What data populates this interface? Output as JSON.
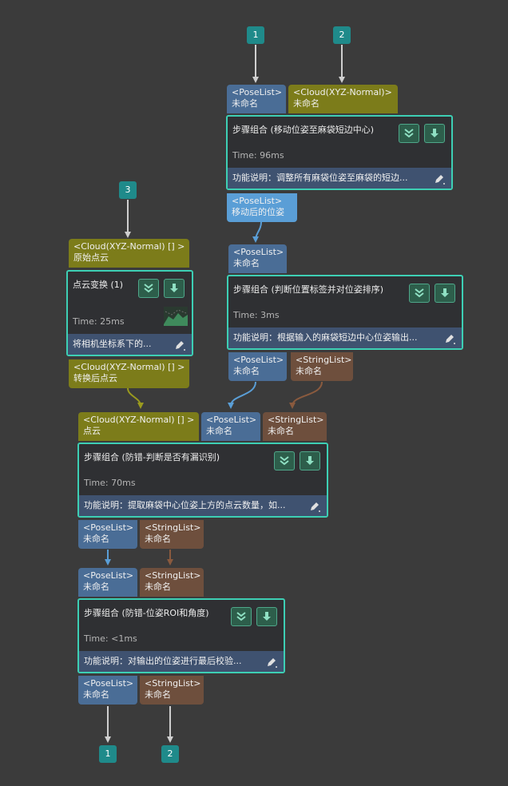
{
  "io": {
    "in1": "1",
    "in2": "2",
    "in3": "3",
    "out1": "1",
    "out2": "2"
  },
  "types": {
    "pose": "<PoseList>",
    "cloud_xyz": "<Cloud(XYZ-Normal)>",
    "cloud_xyz_arr": "<Cloud(XYZ-Normal) [] >",
    "str": "<StringList>"
  },
  "names": {
    "unnamed": "未命名",
    "moved_pose": "移动后的位姿",
    "raw_cloud": "原始点云",
    "transformed_cloud": "转换后点云",
    "cloud": "点云"
  },
  "steps": [
    {
      "title": "步骤组合 (移动位姿至麻袋短边中心)",
      "time": "Time: 96ms",
      "desc": "功能说明：调整所有麻袋位姿至麻袋的短边..."
    },
    {
      "title": "点云变换 (1)",
      "time": "Time: 25ms",
      "desc": "将相机坐标系下的..."
    },
    {
      "title": "步骤组合 (判断位置标签并对位姿排序)",
      "time": "Time: 3ms",
      "desc": "功能说明：根据输入的麻袋短边中心位姿输出..."
    },
    {
      "title": "步骤组合 (防错-判断是否有漏识别)",
      "time": "Time: 70ms",
      "desc": "功能说明：提取麻袋中心位姿上方的点云数量，如..."
    },
    {
      "title": "步骤组合 (防错-位姿ROI和角度)",
      "time": "Time: <1ms",
      "desc": "功能说明：对输出的位姿进行最后校验..."
    }
  ],
  "colors": {
    "accent": "#3dcfb4",
    "pose": "#4a6d96",
    "cloud": "#7c7c1a",
    "string": "#6e4f3d",
    "io": "#1f8a8a"
  },
  "icons": {
    "collapse": "chevron-down-double-icon",
    "download": "download-arrow-icon",
    "edit": "pencil-icon"
  }
}
